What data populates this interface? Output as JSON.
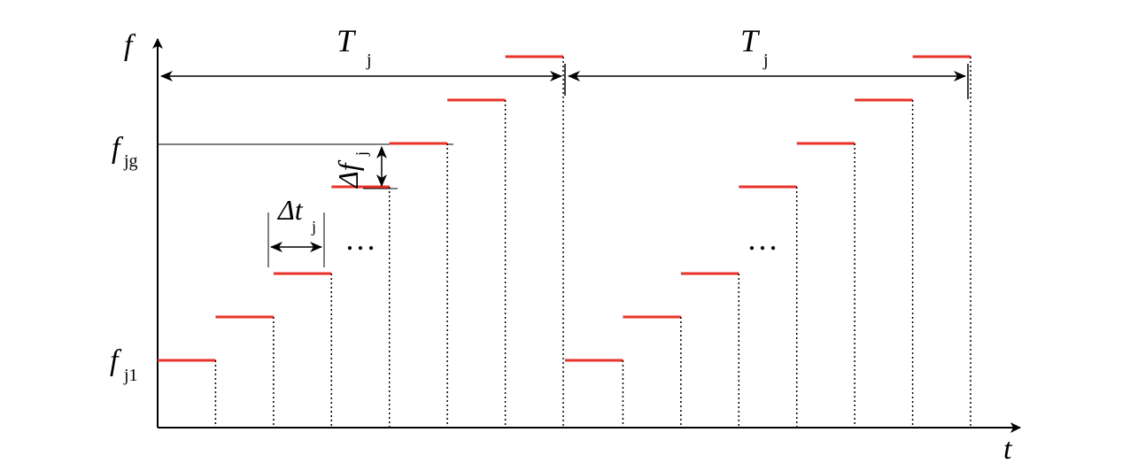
{
  "axes": {
    "y_label": "f",
    "x_label": "t"
  },
  "period_labels": {
    "period_1": {
      "main": "T",
      "sub": "j"
    },
    "period_2": {
      "main": "T",
      "sub": "j"
    }
  },
  "y_ticks": {
    "top": {
      "main": "f",
      "sub": "jg"
    },
    "bottom": {
      "main": "f",
      "sub": "j1"
    }
  },
  "step_width_label": {
    "main": "Δt",
    "sub": "j"
  },
  "step_height_label": {
    "main": "Δf",
    "sub": "j"
  },
  "ellipsis": "…",
  "colors": {
    "step": "#e8332a",
    "line": "#000000"
  },
  "waveform": {
    "periods": 2,
    "steps_per_period": 7,
    "gap_after_step": 3,
    "step_levels": [
      1,
      2,
      3,
      5,
      6,
      7,
      8
    ]
  }
}
